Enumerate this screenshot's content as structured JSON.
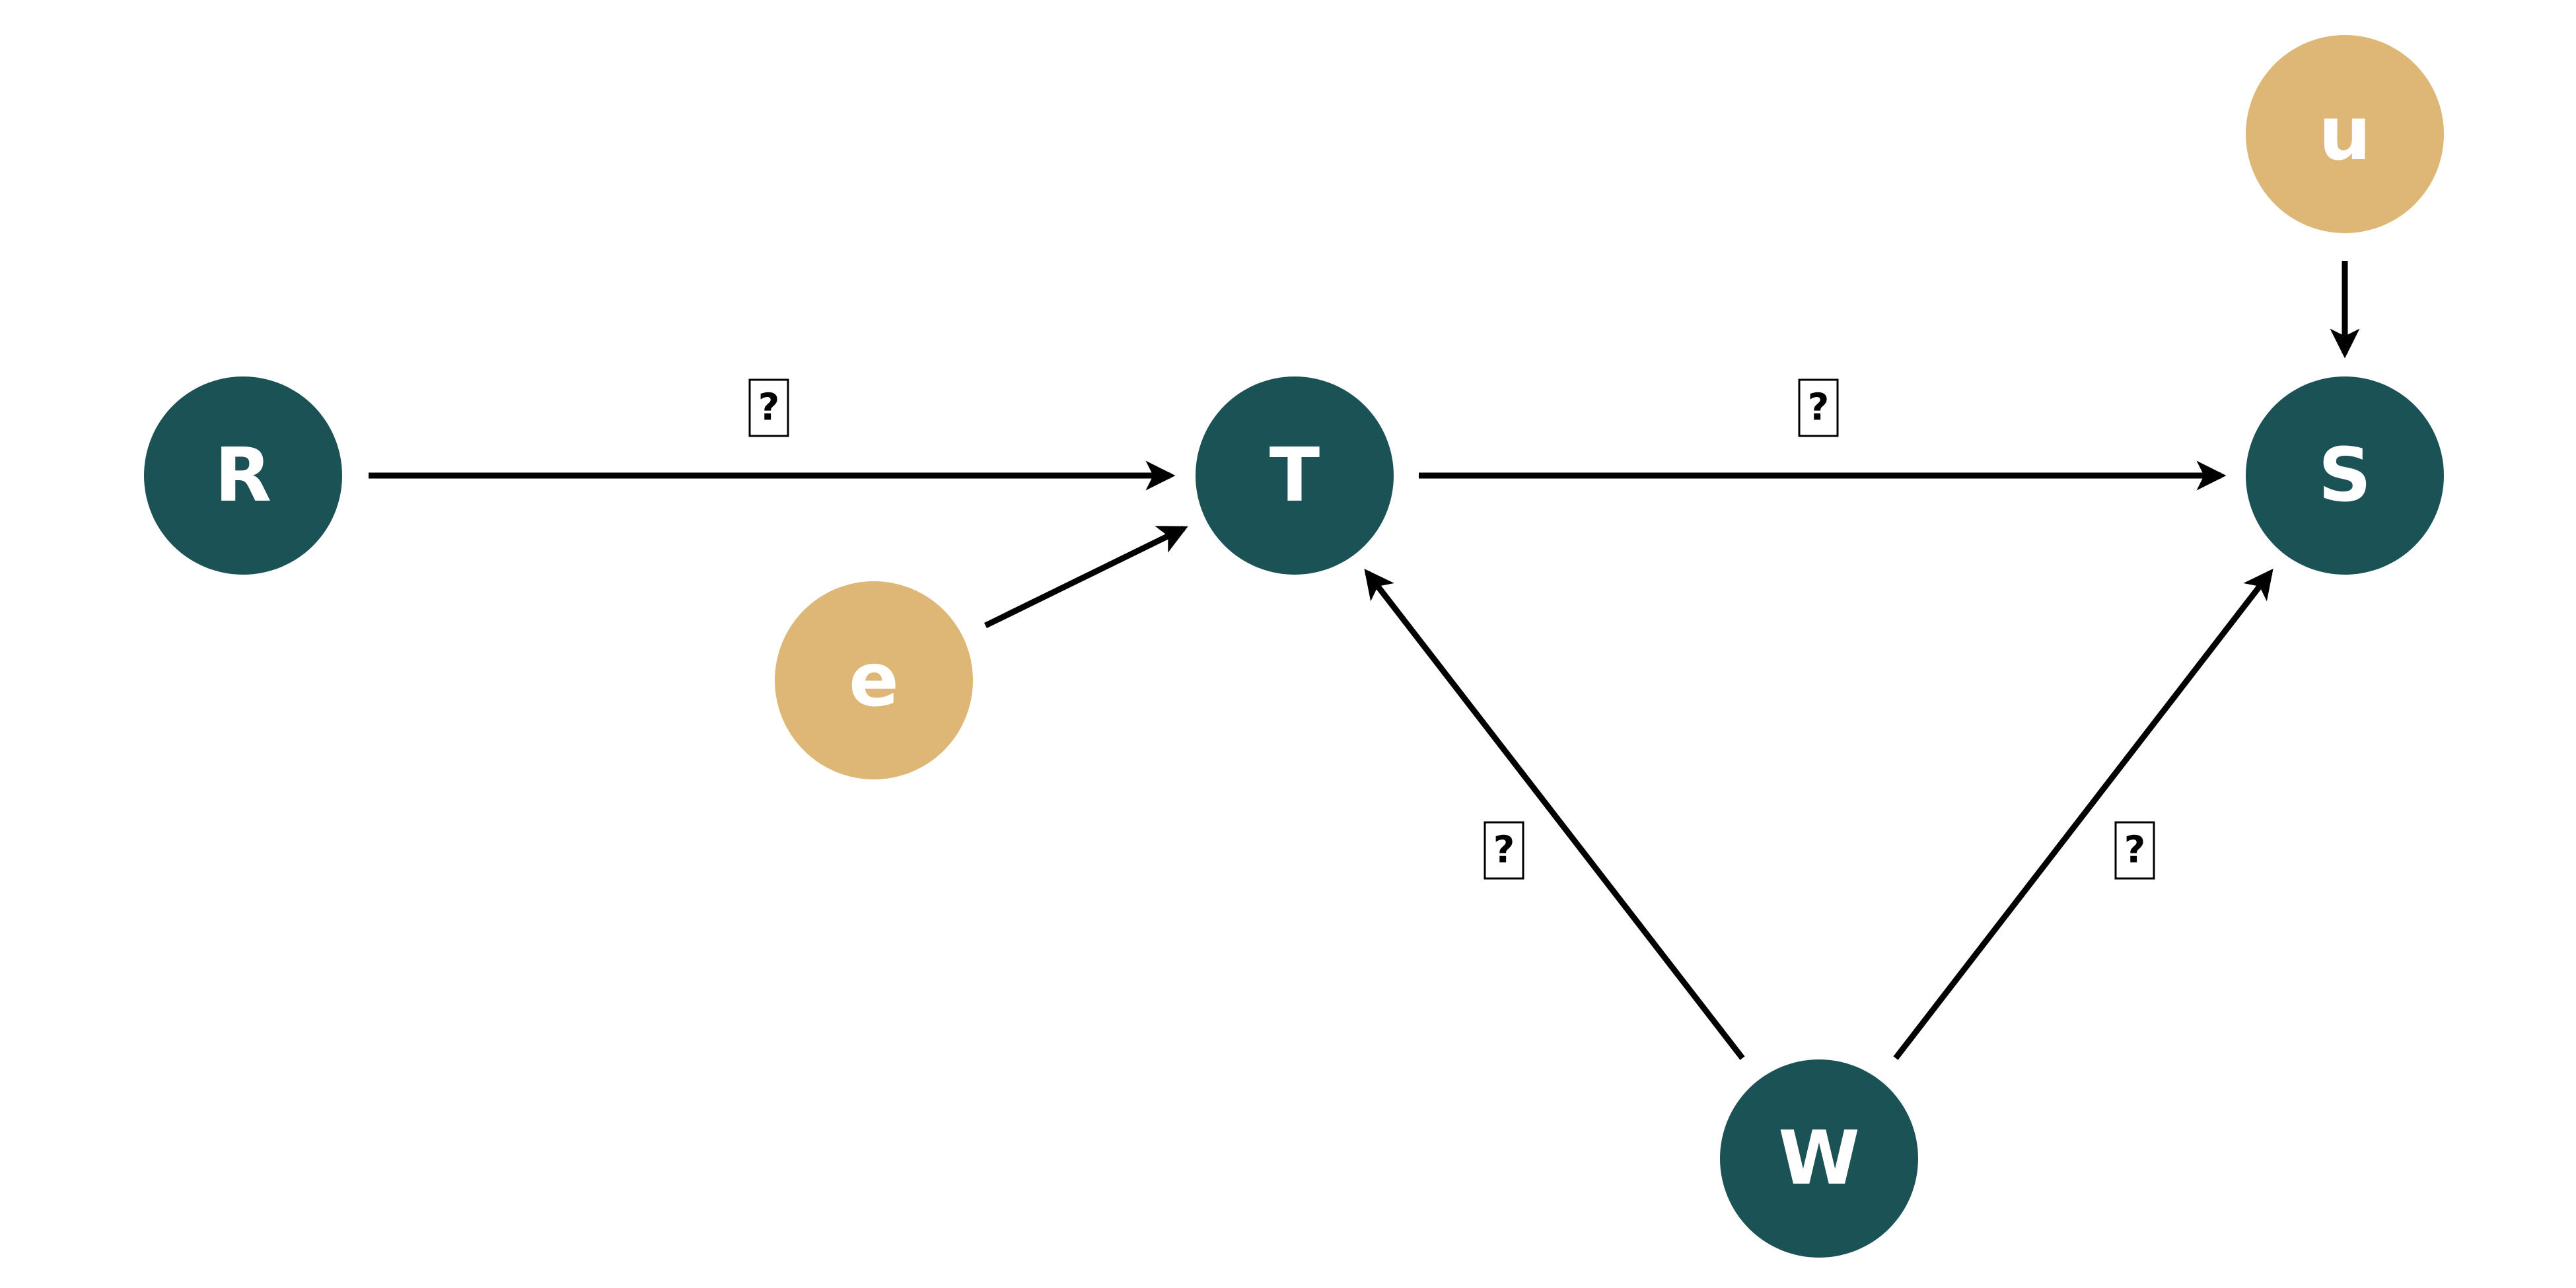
{
  "colors": {
    "primary_node": "#1b5256",
    "exogenous_node": "#deb777",
    "edge": "#000000"
  },
  "nodes": {
    "R": "R",
    "T": "T",
    "S": "S",
    "e": "e",
    "u": "u",
    "W": "W"
  },
  "edges": {
    "R_T": "?",
    "T_S": "?",
    "W_T": "?",
    "W_S": "?"
  }
}
